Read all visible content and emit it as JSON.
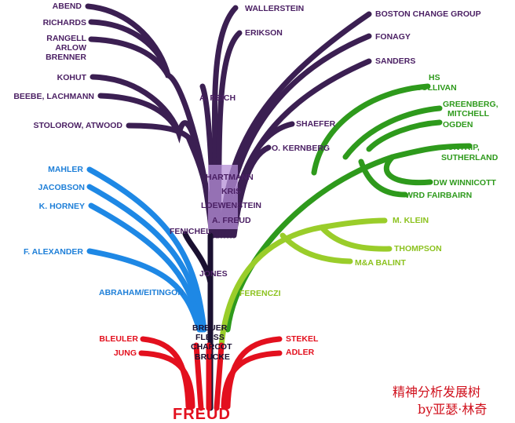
{
  "colors": {
    "purple": "#3b1f52",
    "blue": "#1e88e5",
    "green": "#2e9a1c",
    "lime": "#9acd2a",
    "red": "#e3101e",
    "trunk": "#1a1030",
    "trunk_box": "#b48ed6"
  },
  "root": "FREUD",
  "caption": {
    "line1": "精神分析发展树",
    "line2": "by亚瑟·林奇"
  },
  "purple_branch": {
    "a_reich": "A. REICH",
    "left": {
      "abend": "ABEND",
      "richards": "RICHARDS",
      "rangell": "RANGELL",
      "arlow": "ARLOW",
      "brenner": "BRENNER",
      "kohut": "KOHUT",
      "beebe": "BEEBE, LACHMANN",
      "stolorow": "STOLOROW, ATWOOD"
    },
    "right": {
      "wallerstein": "WALLERSTEIN",
      "erikson": "ERIKSON",
      "boston": "BOSTON CHANGE GROUP",
      "fonagy": "FONAGY",
      "sanders": "SANDERS",
      "shaefer": "SHAEFER",
      "kernberg": "O. KERNBERG"
    }
  },
  "trunk": {
    "hartmann": "HARTMANN",
    "kris": "KRIS",
    "loewenstein": "LOEWENSTEIN",
    "a_freud": "A. FREUD",
    "fenichel": "FENICHEL",
    "jones": "JONES",
    "breuer": "BREUER",
    "fleiss": "FLEISS",
    "charcot": "CHARCOT",
    "brucke": "BRUCKE"
  },
  "blue_branch": {
    "mahler": "MAHLER",
    "jacobson": "JACOBSON",
    "horney": "K. HORNEY",
    "alexander": "F. ALEXANDER",
    "abraham": "ABRAHAM/EITINGON"
  },
  "green_branch": {
    "sullivan_1": "HS",
    "sullivan_2": "SULLIVAN",
    "greenberg_1": "GREENBERG,",
    "greenberg_2": "MITCHELL",
    "ogden": "OGDEN",
    "guntrip_1": "GUNTRIP,",
    "guntrip_2": "SUTHERLAND",
    "winnicott": "DW WINNICOTT",
    "fairbairn": "WRD FAIRBAIRN"
  },
  "lime_branch": {
    "klein": "M. KLEIN",
    "thompson": "THOMPSON",
    "balint": "M&A BALINT",
    "ferenczi": "FERENCZI"
  },
  "red_branch": {
    "bleuler": "BLEULER",
    "jung": "JUNG",
    "stekel": "STEKEL",
    "adler": "ADLER"
  }
}
